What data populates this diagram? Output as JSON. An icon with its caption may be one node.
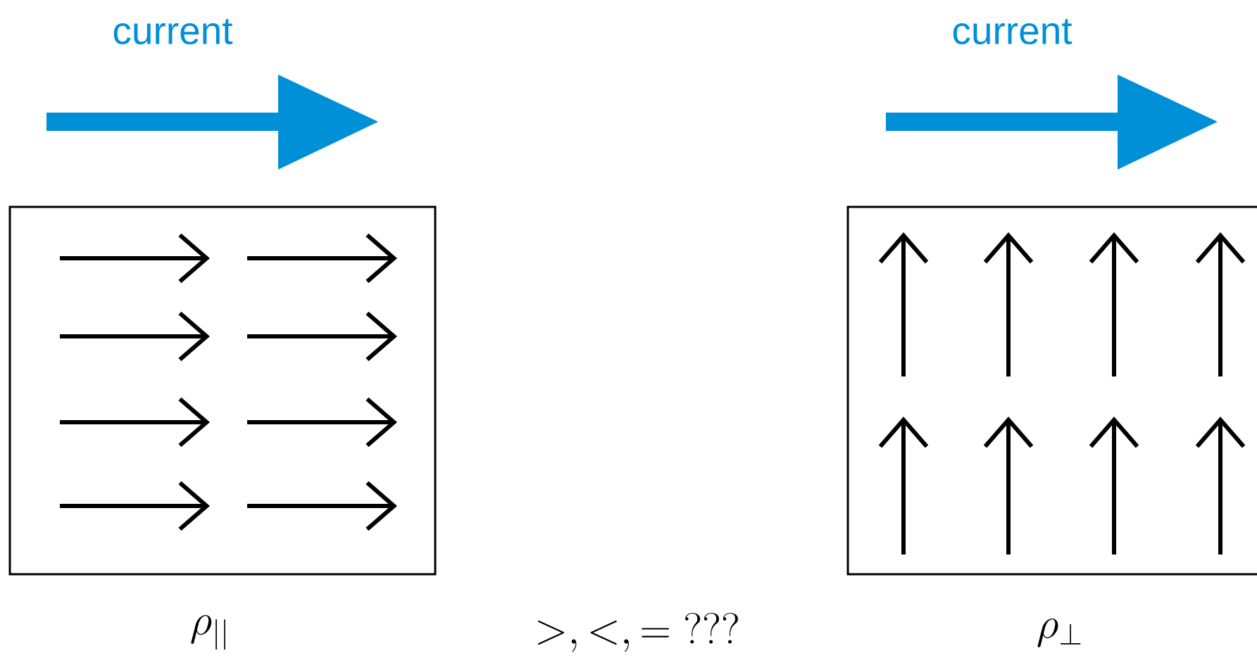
{
  "diagram": {
    "labels": [
      "current",
      "current",
      "\\rho_{||}",
      ">,<,= \\mathsf{???}",
      "\\rho_\\perp"
    ]
  }
}
